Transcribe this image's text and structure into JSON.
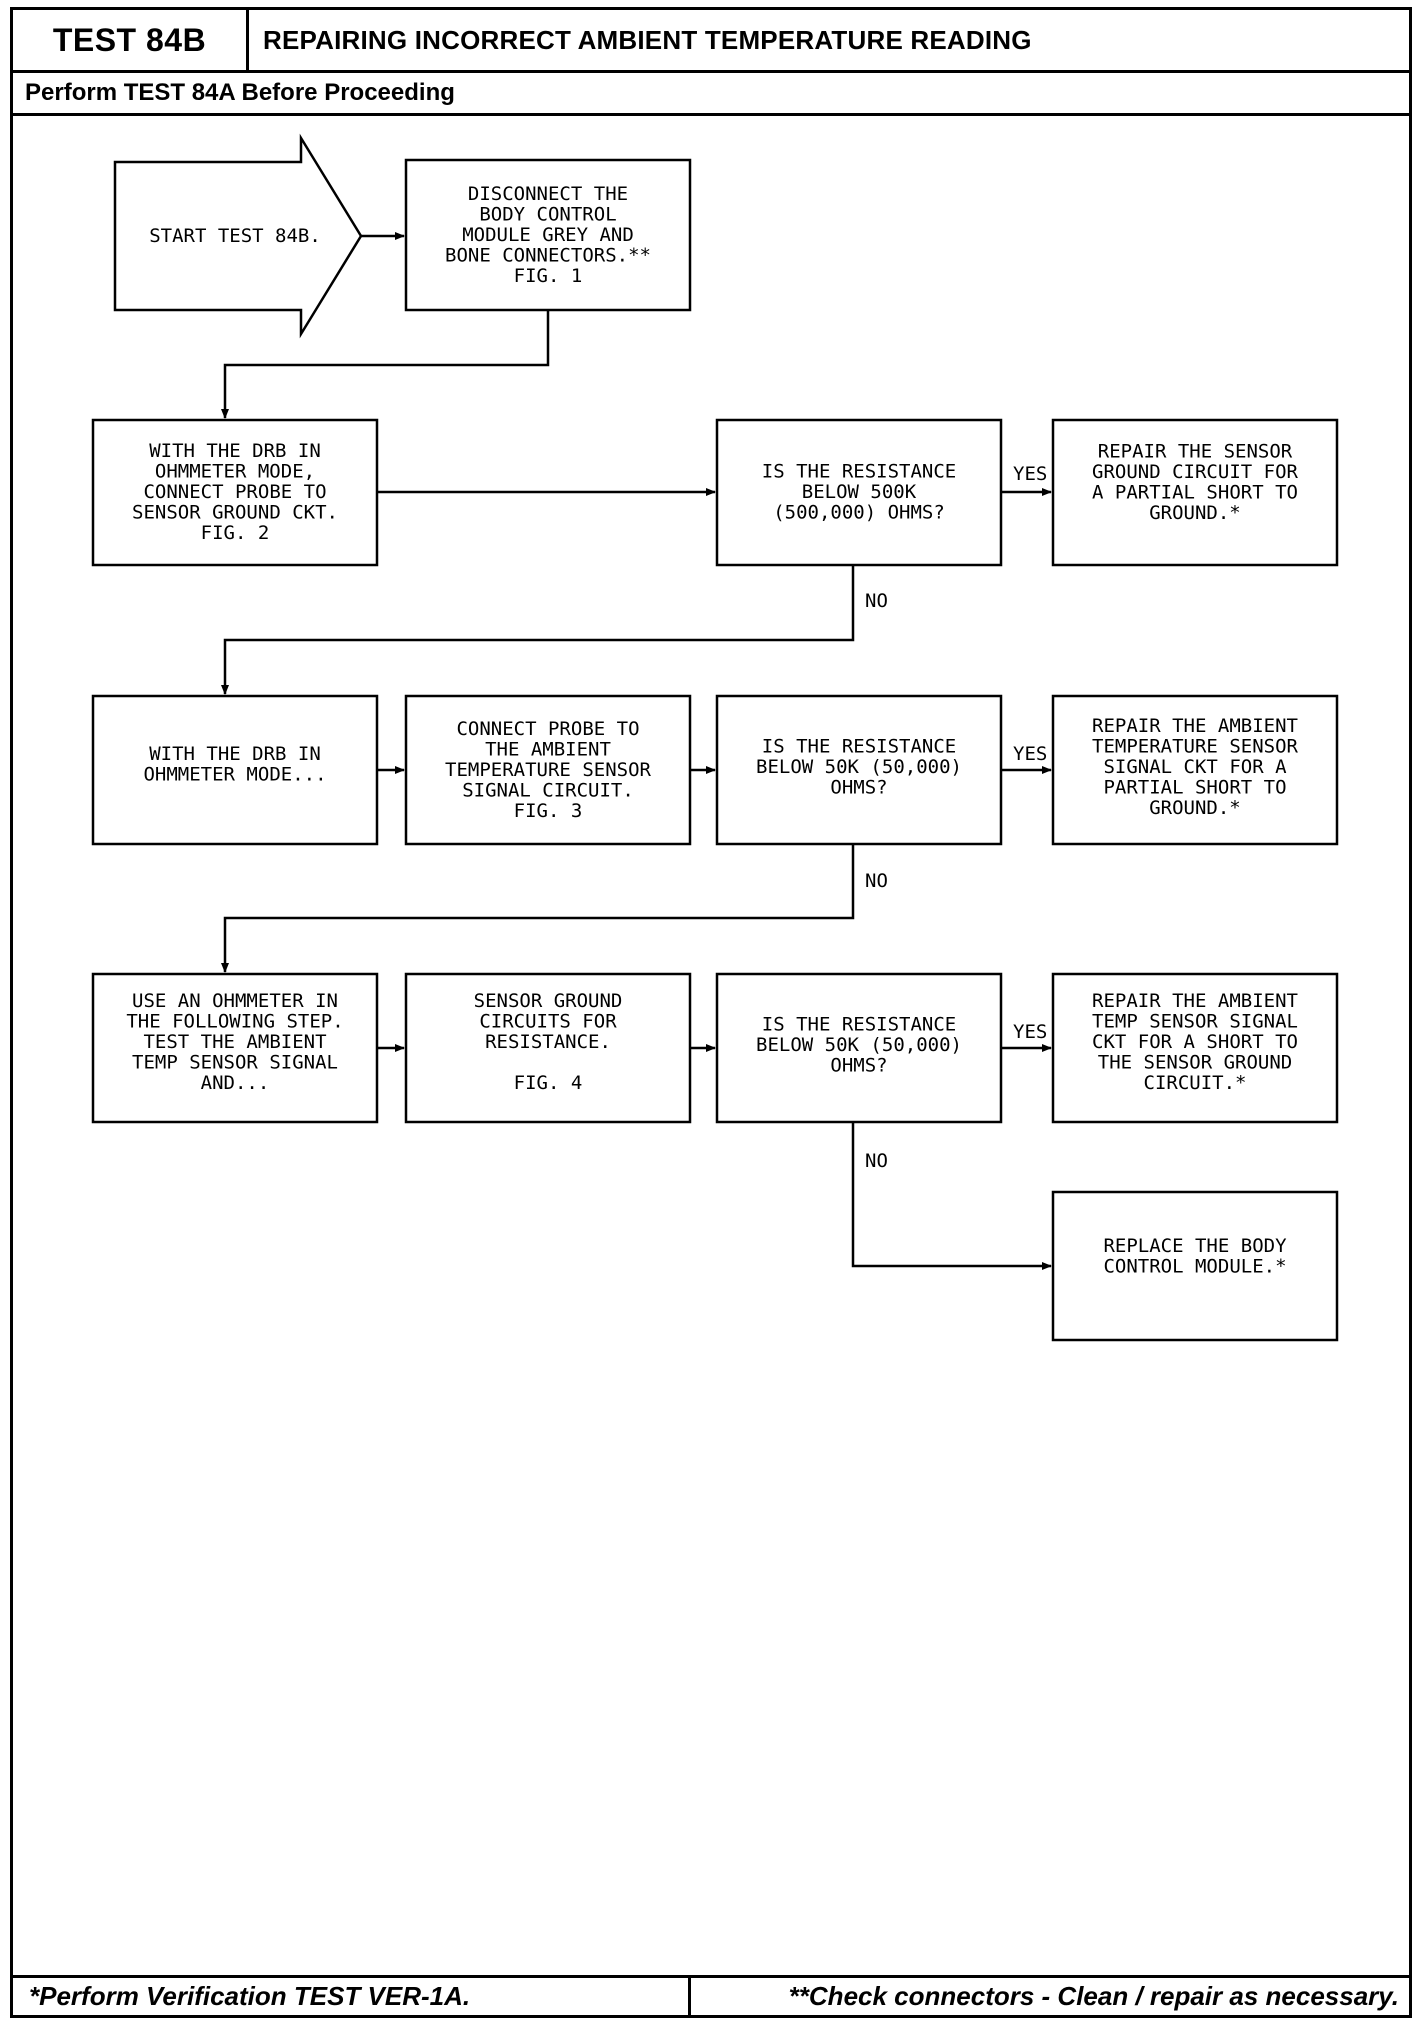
{
  "header": {
    "test_id": "TEST 84B",
    "title": "REPAIRING INCORRECT AMBIENT TEMPERATURE READING",
    "subtitle": "Perform TEST 84A Before Proceeding"
  },
  "footer": {
    "left": "*Perform Verification TEST VER-1A.",
    "right": "**Check connectors - Clean / repair as necessary."
  },
  "flowchart": {
    "start": [
      "START TEST 84B."
    ],
    "disconnect": [
      "DISCONNECT THE",
      "BODY CONTROL",
      "MODULE GREY AND",
      "BONE CONNECTORS.**",
      "FIG. 1"
    ],
    "drb_ground": [
      "WITH THE DRB IN",
      "OHMMETER MODE,",
      "CONNECT PROBE TO",
      "SENSOR GROUND CKT.",
      "FIG. 2"
    ],
    "q1": [
      "IS THE RESISTANCE",
      "BELOW 500K",
      "(500,000) OHMS?"
    ],
    "r1": [
      "REPAIR THE SENSOR",
      "GROUND CIRCUIT FOR",
      "A PARTIAL SHORT TO",
      "GROUND.*"
    ],
    "drb_mode": [
      "WITH THE DRB IN",
      "OHMMETER MODE..."
    ],
    "probe_signal": [
      "CONNECT PROBE TO",
      "THE AMBIENT",
      "TEMPERATURE SENSOR",
      "SIGNAL CIRCUIT.",
      "FIG. 3"
    ],
    "q2": [
      "IS THE RESISTANCE",
      "BELOW 50K (50,000)",
      "OHMS?"
    ],
    "r2": [
      "REPAIR THE AMBIENT",
      "TEMPERATURE SENSOR",
      "SIGNAL CKT FOR A",
      "PARTIAL SHORT TO",
      "GROUND.*"
    ],
    "ohmmeter": [
      "USE AN OHMMETER IN",
      "THE FOLLOWING STEP.",
      "TEST THE AMBIENT",
      "TEMP SENSOR SIGNAL",
      "AND..."
    ],
    "ground_circuits": [
      "SENSOR GROUND",
      "CIRCUITS FOR",
      "RESISTANCE.",
      "",
      "FIG. 4"
    ],
    "q3": [
      "IS THE RESISTANCE",
      "BELOW 50K (50,000)",
      "OHMS?"
    ],
    "r3": [
      "REPAIR THE AMBIENT",
      "TEMP SENSOR SIGNAL",
      "CKT FOR A SHORT TO",
      "THE SENSOR GROUND",
      "CIRCUIT.*"
    ],
    "replace": [
      "REPLACE THE BODY",
      "CONTROL MODULE.*"
    ],
    "labels": {
      "yes": "YES",
      "no": "NO"
    }
  }
}
